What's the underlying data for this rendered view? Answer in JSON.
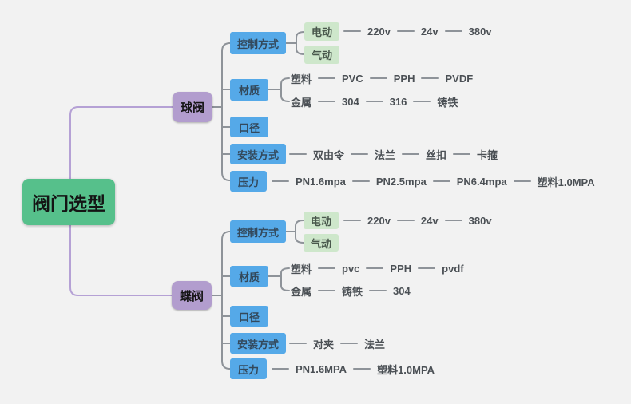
{
  "root": {
    "label": "阀门选型"
  },
  "branches": [
    {
      "label": "球阀",
      "children": [
        {
          "label": "控制方式",
          "children": [
            {
              "label": "电动",
              "chain": [
                "220v",
                "24v",
                "380v"
              ]
            },
            {
              "label": "气动"
            }
          ]
        },
        {
          "label": "材质",
          "children": [
            {
              "label": "塑料",
              "chain": [
                "PVC",
                "PPH",
                "PVDF"
              ]
            },
            {
              "label": "金属",
              "chain": [
                "304",
                "316",
                "铸铁"
              ]
            }
          ]
        },
        {
          "label": "口径"
        },
        {
          "label": "安装方式",
          "chain": [
            "双由令",
            "法兰",
            "丝扣",
            "卡箍"
          ]
        },
        {
          "label": "压力",
          "chain": [
            "PN1.6mpa",
            "PN2.5mpa",
            "PN6.4mpa",
            "塑料1.0MPA"
          ]
        }
      ]
    },
    {
      "label": "蝶阀",
      "children": [
        {
          "label": "控制方式",
          "children": [
            {
              "label": "电动",
              "chain": [
                "220v",
                "24v",
                "380v"
              ]
            },
            {
              "label": "气动"
            }
          ]
        },
        {
          "label": "材质",
          "children": [
            {
              "label": "塑料",
              "chain": [
                "pvc",
                "PPH",
                "pvdf"
              ]
            },
            {
              "label": "金属",
              "chain": [
                "铸铁",
                "304"
              ]
            }
          ]
        },
        {
          "label": "口径"
        },
        {
          "label": "安装方式",
          "chain": [
            "对夹",
            "法兰"
          ]
        },
        {
          "label": "压力",
          "chain": [
            "PN1.6MPA",
            "塑料1.0MPA"
          ]
        }
      ]
    }
  ],
  "colors": {
    "canvas_bg": "#f2f2f2",
    "root_bg": "#56c08b",
    "branch_bg": "#b29dce",
    "category_bg": "#55a9e8",
    "leaf_bg": "#cee7cb",
    "line_gray": "#8e9399",
    "line_purple": "#b5a1d5"
  }
}
